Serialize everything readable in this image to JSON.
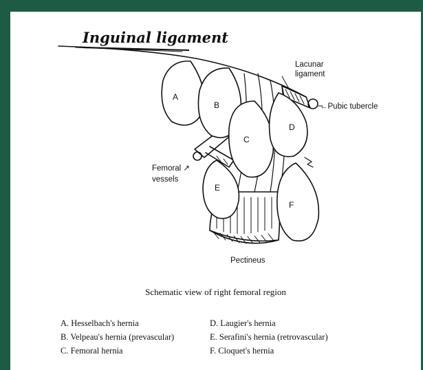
{
  "title": "Inguinal ligament",
  "labels": {
    "lacunar": "Lacunar",
    "lacunar2": "ligament",
    "pubic": "←Pubic tubercle",
    "femoral": "Femoral ↗",
    "femoral2": "vessels",
    "pectineus": "Pectineus"
  },
  "letters": [
    "A",
    "B",
    "C",
    "D",
    "E",
    "F"
  ],
  "caption": "Schematic view of right femoral region",
  "legend_left": [
    "A.  Hesselbach's hernia",
    "B.  Velpeau's hernia (prevascular)",
    "C.  Femoral hernia"
  ],
  "legend_right": [
    "D.  Laugier's hernia",
    "E.  Serafini's hernia (retrovascular)",
    "F.  Cloquet's hernia"
  ]
}
